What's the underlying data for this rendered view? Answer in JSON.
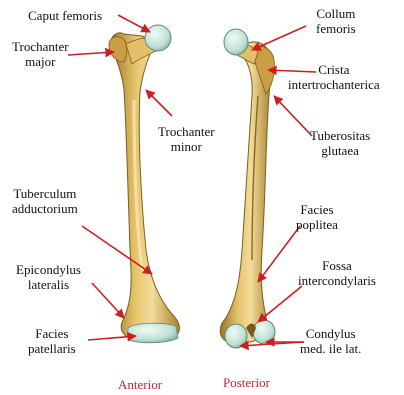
{
  "colors": {
    "arrow": "#cc1f1f",
    "bone": "#d9b25a",
    "bone_dark": "#9a7428",
    "bone_light": "#f2dc9a",
    "cartilage": "#cfe8df",
    "caption": "#c0282d"
  },
  "labels": {
    "caput_femoris": "Caput femoris",
    "trochanter_major": [
      "Trochanter",
      "major"
    ],
    "trochanter_minor": [
      "Trochanter",
      "minor"
    ],
    "tuberculum_adductorium": [
      "Tuberculum",
      "adductorium"
    ],
    "epicondylus_lateralis": [
      "Epicondylus",
      "lateralis"
    ],
    "facies_patellaris": [
      "Facies",
      "patellaris"
    ],
    "collum_femoris": [
      "Collum",
      "femoris"
    ],
    "crista_intertrochanterica": [
      "Crista",
      "intertrochanterica"
    ],
    "tuberositas_glutaea": [
      "Tuberositas",
      "glutaea"
    ],
    "facies_poplitea": [
      "Facies",
      "poplitea"
    ],
    "fossa_intercondylaris": [
      "Fossa",
      "intercondylaris"
    ],
    "condylus": [
      "Condylus",
      "med. ile lat."
    ]
  },
  "views": {
    "anterior": "Anterior",
    "posterior": "Posterior"
  }
}
